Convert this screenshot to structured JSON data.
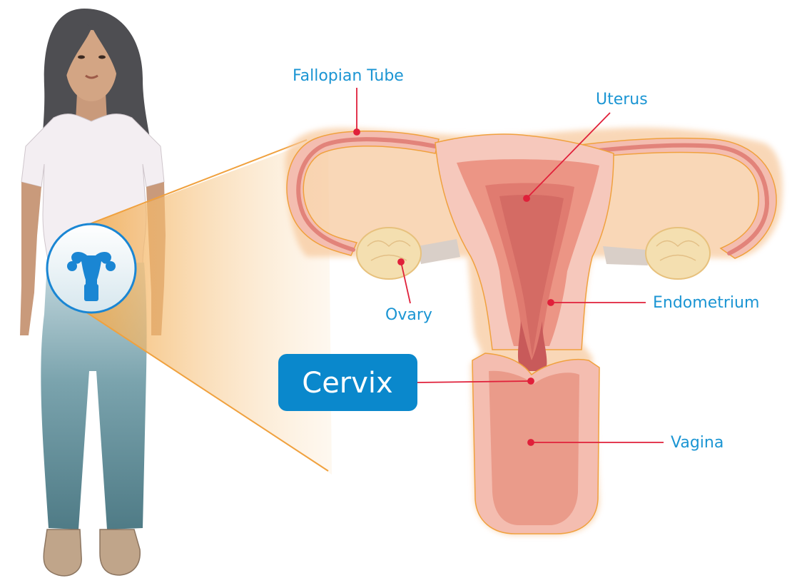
{
  "labels": {
    "fallopian_tube": "Fallopian Tube",
    "uterus": "Uterus",
    "ovary": "Ovary",
    "endometrium": "Endometrium",
    "cervix": "Cervix",
    "vagina": "Vagina"
  },
  "colors": {
    "label_blue": "#1b95d3",
    "cervix_box": "#0a88cc",
    "leader_red": "#e0203a",
    "uterus_outer": "#f6c8bc",
    "uterus_inner": "#ec9585",
    "ovary": "#f4dfb0",
    "glow_orange": "#f5b85a",
    "badge_icon": "#1a86d3"
  },
  "icons": {
    "badge": "uterus-icon"
  }
}
